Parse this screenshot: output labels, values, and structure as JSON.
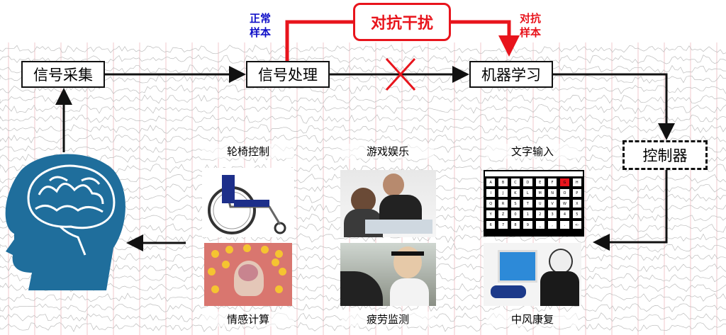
{
  "nodes": {
    "acquire": "信号采集",
    "process": "信号处理",
    "learn": "机器学习",
    "adversarial": "对抗干扰",
    "controller": "控制器"
  },
  "edge_labels": {
    "normal": [
      "正常",
      "样本"
    ],
    "adversarial": [
      "对抗",
      "样本"
    ]
  },
  "applications": {
    "wheelchair": "轮椅控制",
    "game": "游戏娱乐",
    "typing": "文字输入",
    "emotion": "情感计算",
    "fatigue": "疲劳监测",
    "stroke": "中风康复"
  },
  "speller": {
    "rows": [
      [
        "A",
        "B",
        "C",
        "D",
        "E",
        "F",
        "G",
        "H"
      ],
      [
        "I",
        "J",
        "K",
        "L",
        "M",
        "N",
        "O",
        "P"
      ],
      [
        "Q",
        "R",
        "S",
        "T",
        "U",
        "V",
        "W",
        "X"
      ],
      [
        "Y",
        "Z",
        "0",
        "1",
        "2",
        "3",
        "4",
        "5"
      ],
      [
        "6",
        "7",
        "8",
        "9",
        "_",
        ",",
        ".",
        "<-"
      ]
    ],
    "highlighted": "G"
  },
  "colors": {
    "adversarial": "#e8141c",
    "normal": "#1010c8",
    "head": "#1f6e9c"
  }
}
